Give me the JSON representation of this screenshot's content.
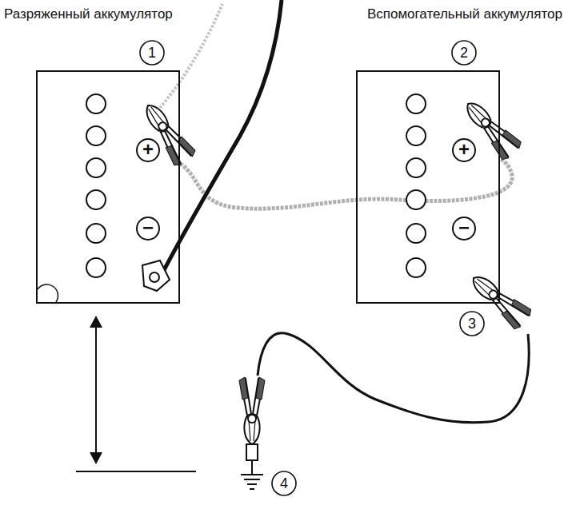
{
  "diagram": {
    "nodes": [
      {
        "text": [
          "Разряженный аккумулятор"
        ]
      },
      {
        "text": [
          "Вспомогательный аккумулятор"
        ]
      }
    ],
    "edges": [
      {
        "from": 0,
        "to": 1,
        "arrow": "none"
      }
    ],
    "labels": [
      "1",
      "2",
      "3",
      "4",
      "+",
      "−",
      "+",
      "−"
    ]
  }
}
